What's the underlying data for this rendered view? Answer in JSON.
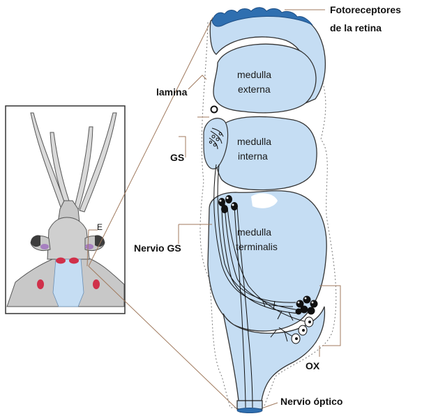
{
  "labels": {
    "photoreceptors_line1": "Fotoreceptores",
    "photoreceptors_line2": "de la retina",
    "lamina": "lamina",
    "gs": "GS",
    "gs_nerve": "Nervio GS",
    "ox": "OX",
    "optic_nerve": "Nervio óptico"
  },
  "regions": {
    "medulla_externa_line1": "medulla",
    "medulla_externa_line2": "externa",
    "medulla_interna_line1": "medulla",
    "medulla_interna_line2": "interna",
    "medulla_terminalis_line1": "medulla",
    "medulla_terminalis_line2": "terminalis"
  },
  "inset": {
    "eye_label": "E"
  },
  "colors": {
    "tissue_fill": "#c5ddf3",
    "retina_fill": "#2f6fb0",
    "organ_spot": "#d0304a",
    "leader_line": "#a07a5e"
  }
}
